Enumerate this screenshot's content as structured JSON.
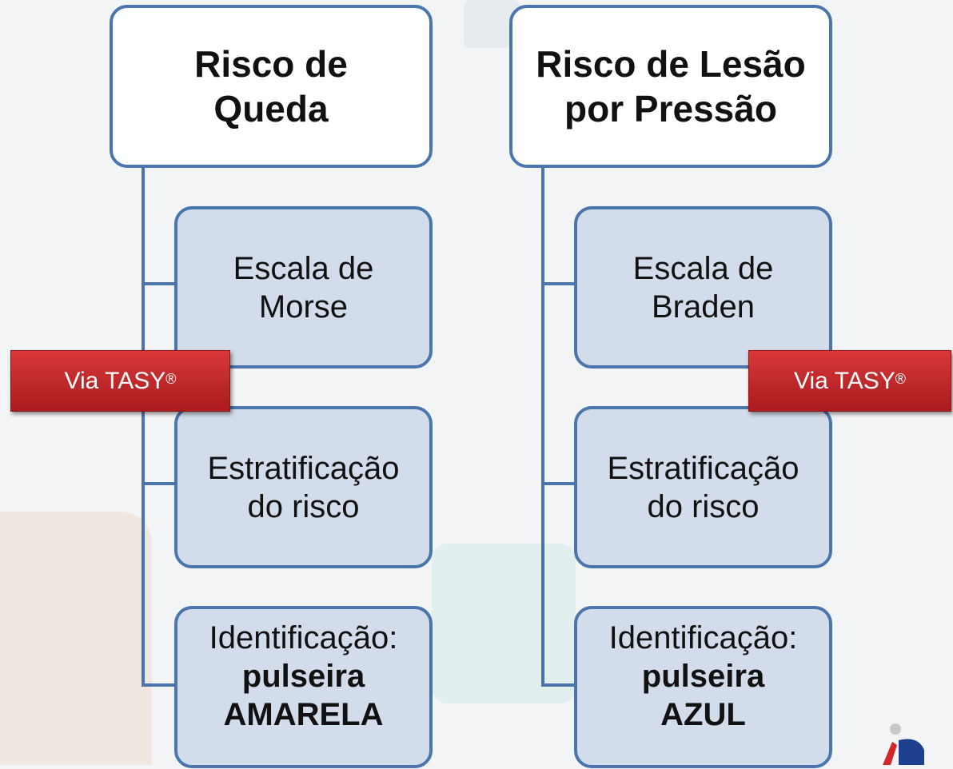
{
  "left_column": {
    "header_lines": [
      "Risco de",
      "Queda"
    ],
    "items": [
      {
        "lines": [
          "Escala de",
          "Morse"
        ]
      },
      {
        "lines": [
          "Estratificação",
          "do risco"
        ]
      },
      {
        "line1": "Identificação:",
        "line2": "pulseira",
        "line3": "AMARELA"
      }
    ]
  },
  "right_column": {
    "header_lines": [
      "Risco de Lesão",
      "por Pressão"
    ],
    "items": [
      {
        "lines": [
          "Escala de",
          "Braden"
        ]
      },
      {
        "lines": [
          "Estratificação",
          "do risco"
        ]
      },
      {
        "line1": "Identificação:",
        "line2": "pulseira",
        "line3": "AZUL"
      }
    ]
  },
  "badges": {
    "left": {
      "text": "Via TASY",
      "mark": "®"
    },
    "right": {
      "text": "Via TASY",
      "mark": "®"
    }
  },
  "colors": {
    "border": "#4a76ad",
    "child_fill": "#d3dcea",
    "header_fill": "#ffffff",
    "badge": "#c0282a"
  },
  "icons": [
    "corner-logo-icon"
  ]
}
